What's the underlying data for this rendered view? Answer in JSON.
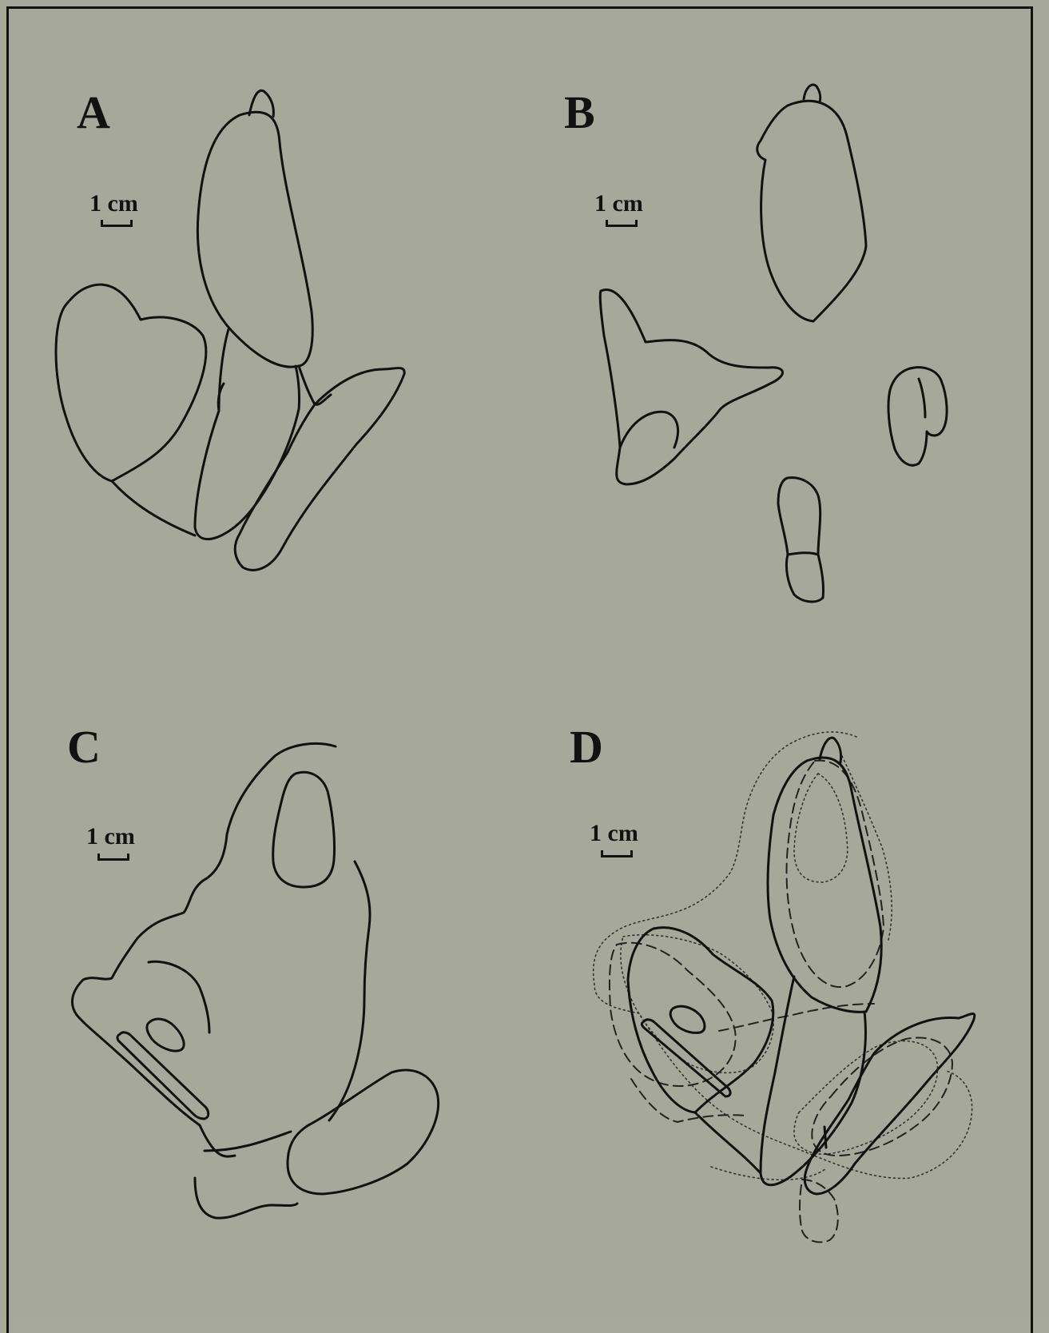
{
  "panels": [
    {
      "id": "A",
      "label": "A",
      "scale_text": "1 cm"
    },
    {
      "id": "B",
      "label": "B",
      "scale_text": "1 cm"
    },
    {
      "id": "C",
      "label": "C",
      "scale_text": "1 cm"
    },
    {
      "id": "D",
      "label": "D",
      "scale_text": "1 cm"
    }
  ]
}
